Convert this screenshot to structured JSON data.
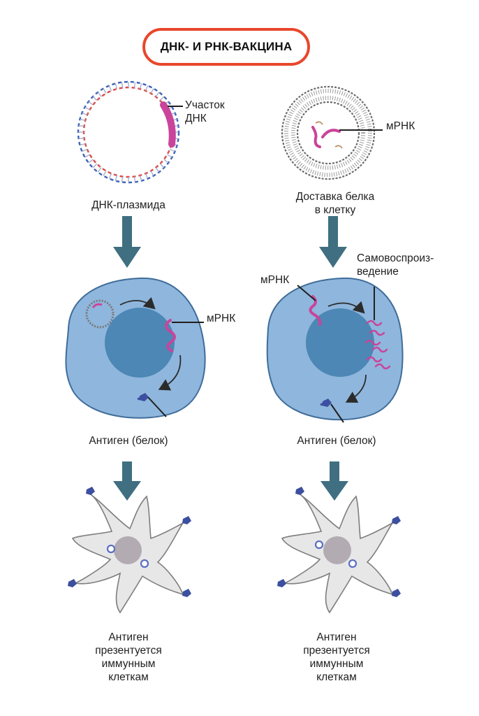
{
  "title": "ДНК- И РНК-ВАКЦИНА",
  "left": {
    "dna_region_label_line1": "Участок",
    "dna_region_label_line2": "ДНК",
    "plasmid_label": "ДНК-плазмида",
    "mrna_label": "мРНК",
    "antigen_label": "Антиген (белок)",
    "presented_line1": "Антиген",
    "presented_line2": "презентуется",
    "presented_line3": "иммунным",
    "presented_line4": "клеткам"
  },
  "right": {
    "mrna_top_label": "мРНК",
    "delivery_line1": "Доставка белка",
    "delivery_line2": "в клетку",
    "mrna_cell_label": "мРНК",
    "selfrep_line1": "Самовоспроиз-",
    "selfrep_line2": "ведение",
    "antigen_label": "Антиген (белок)",
    "presented_line1": "Антиген",
    "presented_line2": "презентуется",
    "presented_line3": "иммунным",
    "presented_line4": "клеткам"
  },
  "colors": {
    "accent_outline": "#e8472b",
    "cell_fill": "#8fb6dc",
    "nucleus_fill": "#4c87b5",
    "mrna": "#c9449a",
    "arrow": "#3f6f80",
    "dendritic_fill": "#e7e7e7",
    "antigen": "#3c4fa0"
  }
}
